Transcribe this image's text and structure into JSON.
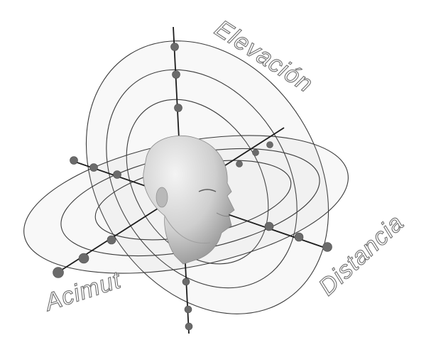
{
  "labels": {
    "elevation": "Elevación",
    "azimuth": "Acimut",
    "distance": "Distancia"
  },
  "colors": {
    "rings": "#3a3a3a",
    "nodes": "#6b6b6b",
    "head": "#cfcfcf",
    "label_outline": "#6f6f6f"
  },
  "figure": {
    "subject": "head-icon",
    "description_names": [
      "elevation-rings",
      "azimuth-rings",
      "axes",
      "grid-nodes"
    ]
  }
}
